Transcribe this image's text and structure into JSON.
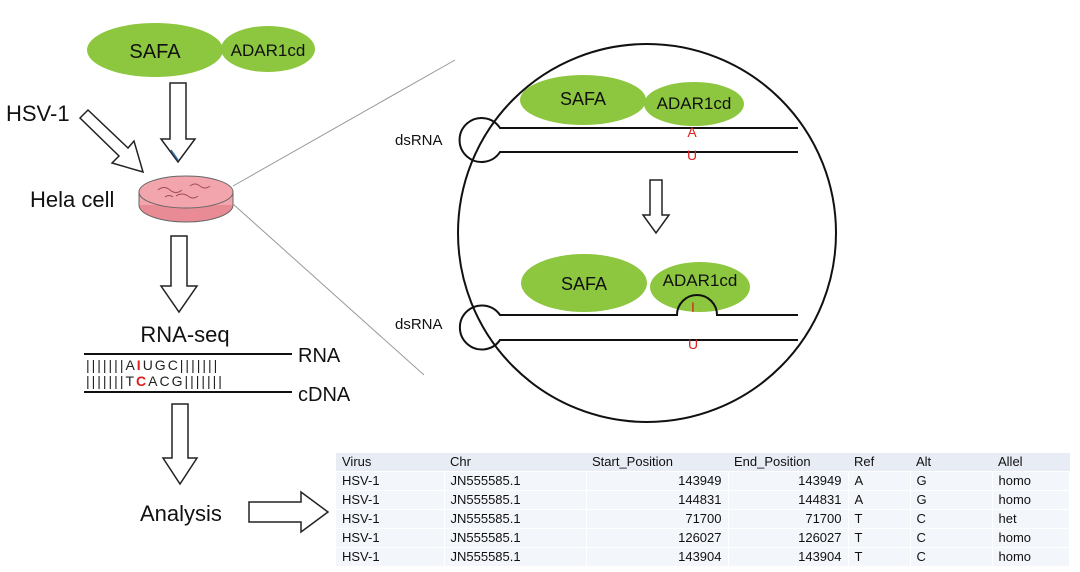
{
  "labels": {
    "safa": "SAFA",
    "adar1cd": "ADAR1cd",
    "hsv1": "HSV-1",
    "hela_cell": "Hela cell",
    "rna_seq": "RNA-seq",
    "rna": "RNA",
    "cdna": "cDNA",
    "analysis": "Analysis",
    "dsrna": "dsRNA",
    "base_a": "A",
    "base_u": "U",
    "base_i": "I"
  },
  "sequence": {
    "rna_left": "|||||||A",
    "rna_edit": "I",
    "rna_right": "UGC|||||||",
    "cdna_left": "|||||||T",
    "cdna_edit": "C",
    "cdna_right": "ACG|||||||"
  },
  "colors": {
    "protein_green": "#8dc63f",
    "edit_red": "#e02020",
    "dish_pink": "#f2a5ac"
  },
  "table": {
    "columns": [
      "Virus",
      "Chr",
      "Start_Position",
      "End_Position",
      "Ref",
      "Alt",
      "Allel"
    ],
    "rows": [
      {
        "virus": "HSV-1",
        "chr": "JN555585.1",
        "start": "143949",
        "end": "143949",
        "ref": "A",
        "alt": "G",
        "allel": "homo"
      },
      {
        "virus": "HSV-1",
        "chr": "JN555585.1",
        "start": "144831",
        "end": "144831",
        "ref": "A",
        "alt": "G",
        "allel": "homo"
      },
      {
        "virus": "HSV-1",
        "chr": "JN555585.1",
        "start": "71700",
        "end": "71700",
        "ref": "T",
        "alt": "C",
        "allel": "het"
      },
      {
        "virus": "HSV-1",
        "chr": "JN555585.1",
        "start": "126027",
        "end": "126027",
        "ref": "T",
        "alt": "C",
        "allel": "homo"
      },
      {
        "virus": "HSV-1",
        "chr": "JN555585.1",
        "start": "143904",
        "end": "143904",
        "ref": "T",
        "alt": "C",
        "allel": "homo"
      }
    ]
  }
}
